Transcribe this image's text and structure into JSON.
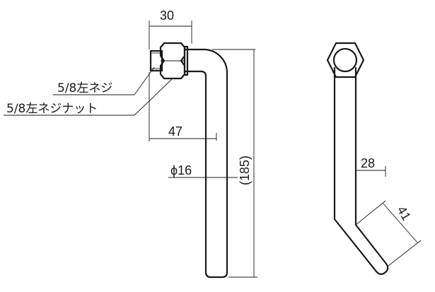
{
  "labels": {
    "thread": "5/8左ネジ",
    "thread_nut": "5/8左ネジナット"
  },
  "dimensions": {
    "top_width": "30",
    "bend_width": "47",
    "diameter": "ϕ16",
    "height": "(185)",
    "offset": "28",
    "angled_length": "41"
  }
}
